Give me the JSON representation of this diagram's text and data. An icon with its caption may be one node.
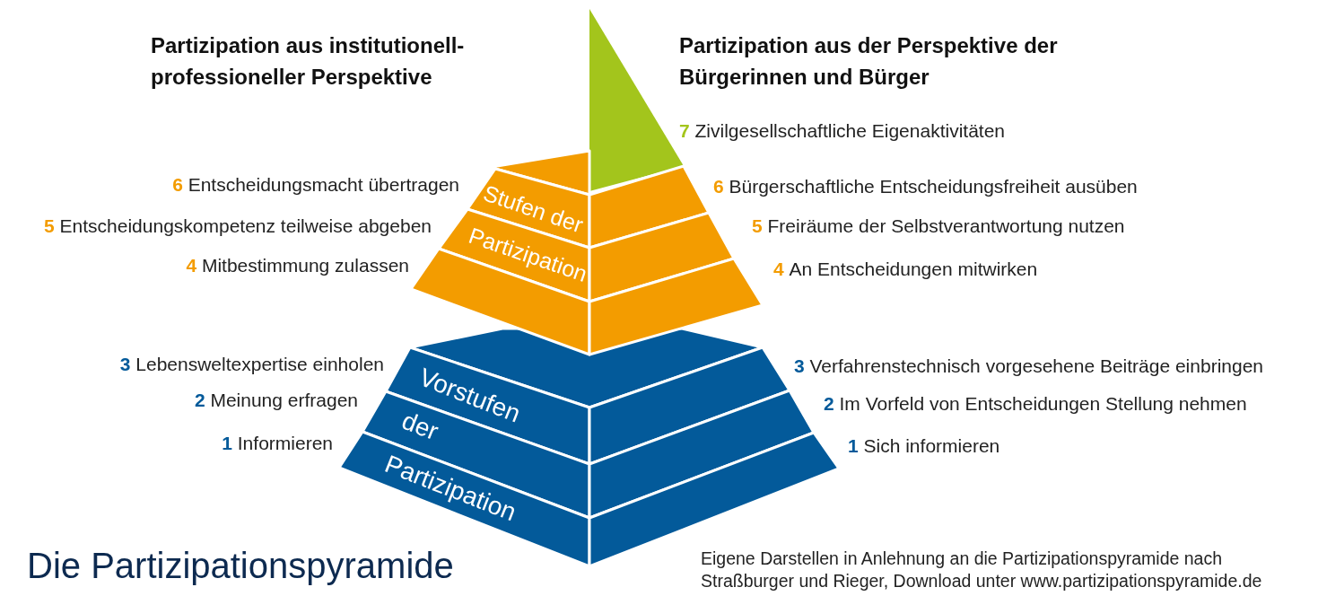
{
  "diagram": {
    "title": "Die Partizipationspyramide",
    "caption": "Eigene Darstellen in Anlehnung an die Partizipationspyramide nach Straßburger und Rieger, Download unter www.partizipationspyramide.de",
    "nodes": [
      {
        "text": [
          "Stufen der Partizipation"
        ]
      },
      {
        "text": [
          "Vorstufen der Partizipation"
        ]
      }
    ],
    "labels": [
      "Partizipation aus institutionell-professioneller Perspektive",
      "Partizipation aus der Perspektive der Bürgerinnen und Bürger",
      "7 Zivilgesellschaftliche Eigenaktivitäten",
      "6 Entscheidungsmacht übertragen",
      "6 Bürgerschaftliche Entscheidungsfreiheit ausüben",
      "5 Entscheidungskompetenz teilweise abgeben",
      "5 Freiräume der Selbstverantwortung nutzen",
      "4 Mitbestimmung zulassen",
      "4 An Entscheidungen mitwirken",
      "3 Lebensweltexpertise einholen",
      "3 Verfahrenstechnisch vorgesehene Beiträge einbringen",
      "2 Meinung erfragen",
      "2 Im Vorfeld von Entscheidungen Stellung nehmen",
      "1 Informieren",
      "1 Sich informieren"
    ]
  }
}
